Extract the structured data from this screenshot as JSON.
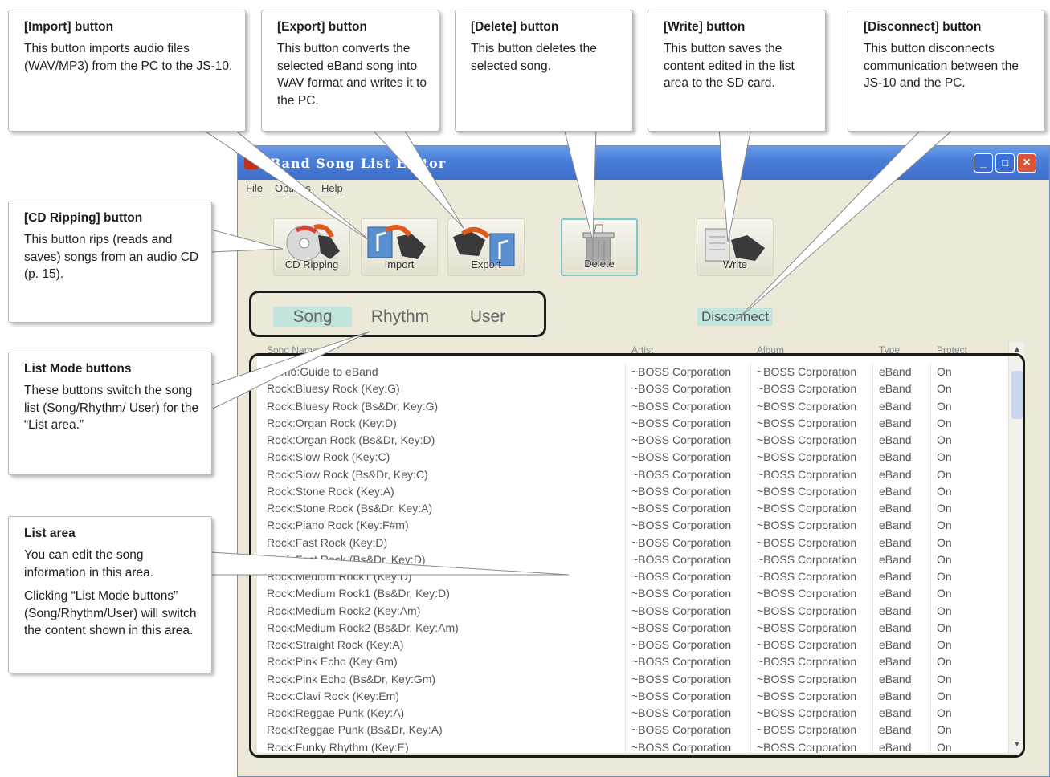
{
  "window": {
    "title": "Band Song List Editor",
    "menu": [
      "File",
      "Options",
      "Help"
    ],
    "controls": {
      "minimize": "_",
      "maximize": "□",
      "close": "×"
    }
  },
  "toolbar": {
    "cd_ripping": "CD Ripping",
    "import": "Import",
    "export": "Export",
    "delete": "Delete",
    "write": "Write"
  },
  "modes": {
    "song": "Song",
    "rhythm": "Rhythm",
    "user": "User",
    "active": "Song"
  },
  "disconnect_label": "Disconnect",
  "list": {
    "columns": [
      "Song Name",
      "Artist",
      "Album",
      "Type",
      "Protect"
    ],
    "rows": [
      [
        "Demo:Guide to eBand",
        "~BOSS Corporation",
        "~BOSS Corporation",
        "eBand",
        "On"
      ],
      [
        "Rock:Bluesy Rock (Key:G)",
        "~BOSS Corporation",
        "~BOSS Corporation",
        "eBand",
        "On"
      ],
      [
        "Rock:Bluesy Rock (Bs&Dr, Key:G)",
        "~BOSS Corporation",
        "~BOSS Corporation",
        "eBand",
        "On"
      ],
      [
        "Rock:Organ Rock (Key:D)",
        "~BOSS Corporation",
        "~BOSS Corporation",
        "eBand",
        "On"
      ],
      [
        "Rock:Organ Rock (Bs&Dr, Key:D)",
        "~BOSS Corporation",
        "~BOSS Corporation",
        "eBand",
        "On"
      ],
      [
        "Rock:Slow Rock (Key:C)",
        "~BOSS Corporation",
        "~BOSS Corporation",
        "eBand",
        "On"
      ],
      [
        "Rock:Slow Rock (Bs&Dr, Key:C)",
        "~BOSS Corporation",
        "~BOSS Corporation",
        "eBand",
        "On"
      ],
      [
        "Rock:Stone Rock (Key:A)",
        "~BOSS Corporation",
        "~BOSS Corporation",
        "eBand",
        "On"
      ],
      [
        "Rock:Stone Rock (Bs&Dr, Key:A)",
        "~BOSS Corporation",
        "~BOSS Corporation",
        "eBand",
        "On"
      ],
      [
        "Rock:Piano Rock (Key:F#m)",
        "~BOSS Corporation",
        "~BOSS Corporation",
        "eBand",
        "On"
      ],
      [
        "Rock:Fast Rock (Key:D)",
        "~BOSS Corporation",
        "~BOSS Corporation",
        "eBand",
        "On"
      ],
      [
        "Rock:Fast Rock (Bs&Dr, Key:D)",
        "~BOSS Corporation",
        "~BOSS Corporation",
        "eBand",
        "On"
      ],
      [
        "Rock:Medium Rock1 (Key:D)",
        "~BOSS Corporation",
        "~BOSS Corporation",
        "eBand",
        "On"
      ],
      [
        "Rock:Medium Rock1 (Bs&Dr, Key:D)",
        "~BOSS Corporation",
        "~BOSS Corporation",
        "eBand",
        "On"
      ],
      [
        "Rock:Medium Rock2 (Key:Am)",
        "~BOSS Corporation",
        "~BOSS Corporation",
        "eBand",
        "On"
      ],
      [
        "Rock:Medium Rock2 (Bs&Dr, Key:Am)",
        "~BOSS Corporation",
        "~BOSS Corporation",
        "eBand",
        "On"
      ],
      [
        "Rock:Straight Rock (Key:A)",
        "~BOSS Corporation",
        "~BOSS Corporation",
        "eBand",
        "On"
      ],
      [
        "Rock:Pink Echo (Key:Gm)",
        "~BOSS Corporation",
        "~BOSS Corporation",
        "eBand",
        "On"
      ],
      [
        "Rock:Pink Echo (Bs&Dr, Key:Gm)",
        "~BOSS Corporation",
        "~BOSS Corporation",
        "eBand",
        "On"
      ],
      [
        "Rock:Clavi Rock (Key:Em)",
        "~BOSS Corporation",
        "~BOSS Corporation",
        "eBand",
        "On"
      ],
      [
        "Rock:Reggae Punk (Key:A)",
        "~BOSS Corporation",
        "~BOSS Corporation",
        "eBand",
        "On"
      ],
      [
        "Rock:Reggae Punk (Bs&Dr, Key:A)",
        "~BOSS Corporation",
        "~BOSS Corporation",
        "eBand",
        "On"
      ],
      [
        "Rock:Funky Rhythm (Key:E)",
        "~BOSS Corporation",
        "~BOSS Corporation",
        "eBand",
        "On"
      ]
    ]
  },
  "callouts": {
    "import": {
      "title": "[Import] button",
      "desc": "This button imports audio files (WAV/MP3) from the PC to the JS-10."
    },
    "export": {
      "title": "[Export] button",
      "desc": "This button converts the selected eBand song into WAV format and writes it to the PC."
    },
    "delete": {
      "title": "[Delete] button",
      "desc": "This button deletes the selected song."
    },
    "write": {
      "title": "[Write] button",
      "desc": "This button saves the content edited in the list area to the SD card."
    },
    "disconnect": {
      "title": "[Disconnect] button",
      "desc": "This button disconnects communication between the JS-10 and the PC."
    },
    "cd_ripping": {
      "title": "[CD Ripping] button",
      "desc": "This button rips (reads and saves) songs from an audio CD (p. 15)."
    },
    "list_mode": {
      "title": "List Mode buttons",
      "desc": "These buttons switch the song list (Song/Rhythm/ User) for the “List area.”"
    },
    "list_area": {
      "title": "List area",
      "desc": "You can edit the song information in this area.",
      "desc2": "Clicking “List Mode buttons” (Song/Rhythm/User) will switch the content shown in this area."
    }
  },
  "colors": {
    "titlebar": "#4a7fd9",
    "mode_active": "#c2e6de",
    "window_bg": "#ece9d8"
  }
}
